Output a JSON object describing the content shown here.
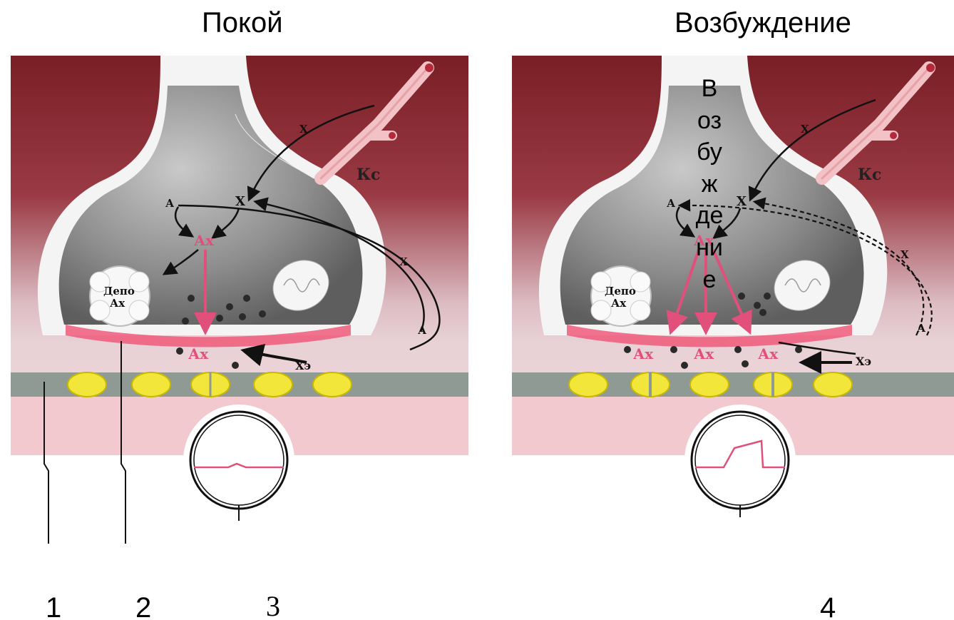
{
  "titles": {
    "rest": "Покой",
    "excitation": "Возбуждение"
  },
  "labels": {
    "a": "А",
    "x": "Х",
    "ax": "Ах",
    "xe": "Хэ",
    "kc": "Кс",
    "depot": "Депо"
  },
  "numbers": {
    "n1": "1",
    "n2": "2",
    "n3": "3",
    "n4": "4"
  },
  "colors": {
    "background_top": "#7a1f26",
    "terminal_fill": "#8e8e8e",
    "presynaptic_membrane": "#ef5b7a",
    "receptor": "#f3e63a",
    "mediator_label": "#e0507a"
  }
}
